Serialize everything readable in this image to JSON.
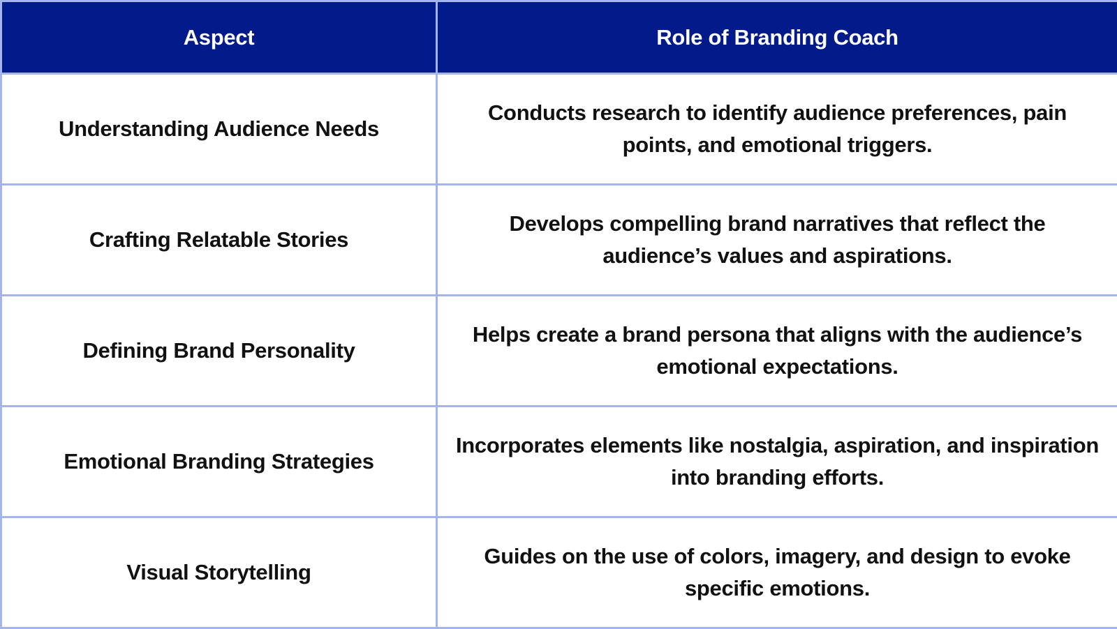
{
  "colors": {
    "header_background": "#021a8a",
    "header_text": "#ffffff",
    "grid_lines": "#a4b4ec",
    "body_text": "#111111"
  },
  "table": {
    "headers": [
      "Aspect",
      "Role of Branding Coach"
    ],
    "rows": [
      {
        "aspect": "Understanding Audience Needs",
        "role": "Conducts research to identify audience preferences, pain points, and emotional triggers."
      },
      {
        "aspect": "Crafting Relatable Stories",
        "role": "Develops compelling brand narratives that reflect the audience’s values and aspirations."
      },
      {
        "aspect": "Defining Brand Personality",
        "role": "Helps create a brand persona that aligns with the audience’s emotional expectations."
      },
      {
        "aspect": "Emotional Branding Strategies",
        "role": "Incorporates elements like nostalgia, aspiration, and inspiration into branding efforts."
      },
      {
        "aspect": "Visual Storytelling",
        "role": "Guides on the use of colors, imagery, and design to evoke specific emotions."
      }
    ]
  }
}
